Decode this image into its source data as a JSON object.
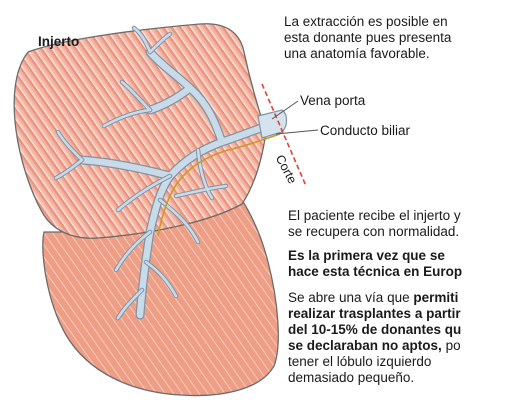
{
  "labels": {
    "graft": "Injerto",
    "portal_vein": "Vena porta",
    "bile_duct": "Conducto biliar",
    "cut": "Corte"
  },
  "intro_lines": [
    "La extracción es posible en",
    "esta donante pues presenta",
    "una anatomía favorable."
  ],
  "recovery_lines": [
    "El paciente recibe el injerto y",
    "se recupera con normalidad."
  ],
  "headline_lines": [
    "Es la primera vez que se",
    "hace esta técnica en Europ"
  ],
  "explain": {
    "line1": "Se abre una vía que ",
    "line1_bold": "permiti",
    "line2_bold": "realizar trasplantes a partir",
    "line3_bold": "del 10-15% de donantes qu",
    "line4_bold": "se declaraban no aptos,",
    "line4_tail": " po",
    "line5": "tener el lóbulo izquierdo",
    "line6": "demasiado pequeño."
  },
  "colors": {
    "liver_fill": "#f6c4b4",
    "liver_shade": "#e9806a",
    "liver_outline": "#6b6b6b",
    "vessel": "#c9dbe8",
    "vessel_outline": "#7f93a5",
    "bile_duct": "#c89a2a",
    "cut_line": "#e0403a"
  },
  "icons": {
    "liver": "liver-lobe-illustration",
    "vessels": "portal-vein-tree",
    "cut": "dashed-cut-line"
  }
}
